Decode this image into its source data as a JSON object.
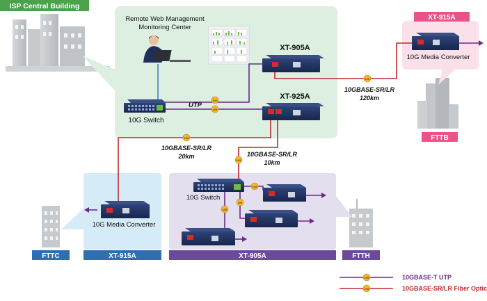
{
  "zones": {
    "isp_label": "ISP Central Building",
    "fttb_label": "FTTB",
    "fttc_label": "FTTC",
    "ftth_label": "FTTH",
    "xt915a_top_label": "XT-915A",
    "xt915a_bottom_label": "XT-915A",
    "xt905a_bottom_label": "XT-905A"
  },
  "monitoring": {
    "line1": "Remote Web Management",
    "line2": "Monitoring Center"
  },
  "devices": {
    "xt905a_title": "XT-905A",
    "xt925a_title": "XT-925A",
    "switch_top": "10G Switch",
    "switch_bottom": "10G Switch",
    "converter_fttb": "10G Media Converter",
    "converter_fttc": "10G Media Converter"
  },
  "links": {
    "utp": "UTP",
    "link_120_type": "10GBASE-SR/LR",
    "link_120_dist": "120km",
    "link_20_type": "10GBASE-SR/LR",
    "link_20_dist": "20km",
    "link_10_type": "10GBASE-SR/LR",
    "link_10_dist": "10km",
    "badge": "10G"
  },
  "legend": {
    "utp": "10GBASE-T UTP",
    "fiber": "10GBASE-SR/LR Fiber Optic"
  },
  "colors": {
    "utp": "#6a2a8a",
    "fiber": "#c0282d",
    "isp_zone": "#dcefe0",
    "fttb_zone": "#fbe0ea",
    "fttc_zone": "#d6ebf8",
    "ftth_zone": "#e4dfef",
    "label_green": "#4aa34a",
    "label_pink": "#e8548a",
    "label_blue": "#2f6fb0",
    "label_purple": "#6b4a9c"
  }
}
